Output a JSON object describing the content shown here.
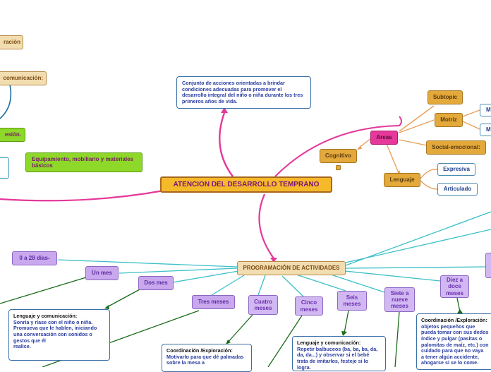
{
  "central": {
    "label": "ATENCION DEL DESARROLLO TEMPRANO"
  },
  "definition": {
    "text": "Conjunto de acciones orientadas a brindar condiciones adecuadas para promover el desarrollo integral del niño o niña durante los tres primeros años de vida."
  },
  "left_nodes": {
    "top": "ración",
    "communication": "comunicación:",
    "session": "esión.",
    "equipment": "Equipamiento, mobiliario y materiales básicos"
  },
  "areas": {
    "label": "Areas",
    "cognitivo": "Cognitivo",
    "subtopic": "Subtopic",
    "motriz": "Motriz",
    "motriz_child_a": "M",
    "motriz_child_b": "M",
    "socio": "Social-emocional:",
    "lenguaje": "Lenguaje",
    "expresiva": "Expresiva",
    "articulado": "Articulado"
  },
  "program": {
    "label": "PROGRAMACIÓN DE ACTIVIDADES",
    "ages": [
      "0 a 28 días-",
      "Un mes",
      "Dos mes",
      "Tres meses",
      "Cuatro meses",
      "Cinco meses",
      "Seis meses",
      "Siete a nueve meses",
      "Diez a doce meses"
    ]
  },
  "notes": {
    "lenguaje_un_mes": {
      "title": "Lenguaje y comunicación:",
      "body": "Sonría y ríase con el niño o niña. Promueva que le hablen, iniciando una conversación con sonidos o gestos que él\nrealice."
    },
    "coord_tres": {
      "title": "Coordinación /Exploración:",
      "body": "Motivarlo para que dé palmadas sobre la mesa a"
    },
    "lenguaje_seis": {
      "title": "Lenguaje y comunicación:",
      "body": "Repetir balbuceos (ba, ba, ba, da, da, da...) y observar si el bebé trata de imitarlos, festeje si lo logra."
    },
    "coord_diez": {
      "title": "Coordinación /Exploración:",
      "body": "objetos pequeños que pueda tomar con sus dedos índice y pulgar (pasitas o palomitas de maíz, etc.) con cuidado para que no vaya\na tener algún accidente, ahogarse si se lo come."
    }
  },
  "colors": {
    "pink_link": "#e5389a",
    "orange_link": "#e8a05a",
    "teal_link": "#3cc0c8",
    "green_link": "#1a6a1a"
  }
}
